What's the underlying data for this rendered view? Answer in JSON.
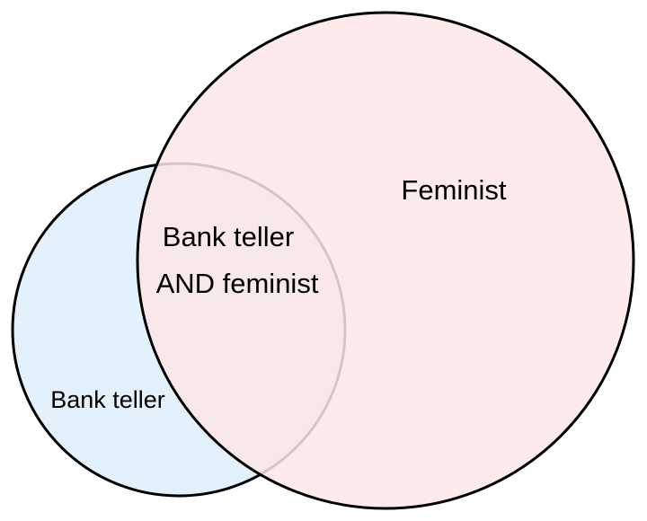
{
  "venn": {
    "sets": [
      {
        "id": "bank-teller",
        "label": "Bank teller",
        "fill": "#e3f1fc",
        "stroke": "#000000"
      },
      {
        "id": "feminist",
        "label": "Feminist",
        "fill": "#fde6e6",
        "fill_opacity": 0.85,
        "stroke": "#000000"
      }
    ],
    "intersection": {
      "label_line_1": "Bank teller",
      "label_line_2": "AND feminist"
    }
  }
}
